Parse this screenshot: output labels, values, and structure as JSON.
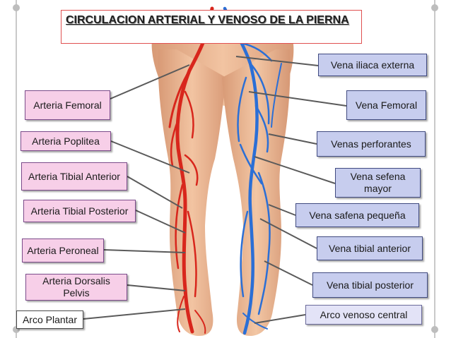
{
  "title": "CIRCULACION ARTERIAL Y VENOSO DE LA PIERNA",
  "colors": {
    "artery": "#d8261c",
    "vein": "#2b6fd6",
    "skin": "#e9b28e",
    "label_left": "#f7cfe8",
    "label_right": "#c7cdee"
  },
  "labels_left": [
    "Arteria Femoral",
    "Arteria Poplitea",
    "Arteria Tibial Anterior",
    "Arteria Tibial Posterior",
    "Arteria Peroneal",
    "Arteria Dorsalis Pelvis",
    "Arco Plantar"
  ],
  "labels_right": [
    "Vena iliaca externa",
    "Vena Femoral",
    "Venas perforantes",
    "Vena sefena mayor",
    "Vena safena pequeña",
    "Vena tibial anterior",
    "Vena tibial posterior",
    "Arco venoso central"
  ]
}
